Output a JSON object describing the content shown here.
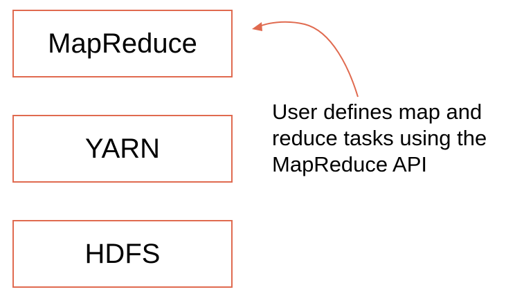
{
  "colors": {
    "accent": "#e06a4f",
    "text": "#000000",
    "background": "#ffffff"
  },
  "layers": [
    {
      "label": "MapReduce"
    },
    {
      "label": "YARN"
    },
    {
      "label": "HDFS"
    }
  ],
  "annotation": {
    "lines": [
      "User defines map and",
      "reduce tasks using the",
      "MapReduce API"
    ]
  }
}
